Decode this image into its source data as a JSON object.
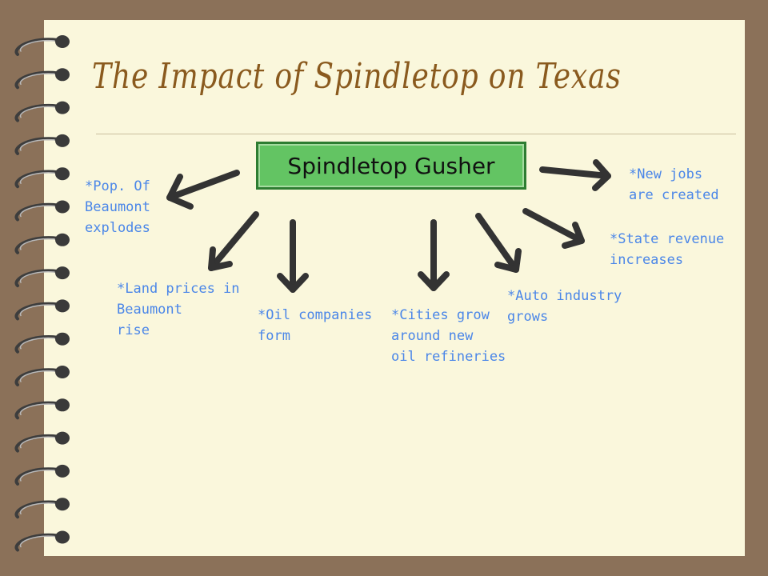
{
  "slide": {
    "title": "The Impact of Spindletop on Texas"
  },
  "center": {
    "label": "Spindletop Gusher",
    "fill_color": "#63c463",
    "border_color": "#2e7d32"
  },
  "effects": [
    {
      "id": "population",
      "text": "*Pop. Of\nBeaumont\nexplodes"
    },
    {
      "id": "land-prices",
      "text": "*Land prices in\nBeaumont\nrise"
    },
    {
      "id": "oil-companies",
      "text": "*Oil companies\nform"
    },
    {
      "id": "cities",
      "text": "*Cities grow\naround new\noil refineries"
    },
    {
      "id": "auto",
      "text": "*Auto industry\ngrows"
    },
    {
      "id": "revenue",
      "text": "*State revenue\nincreases"
    },
    {
      "id": "jobs",
      "text": "*New jobs\nare created"
    }
  ],
  "colors": {
    "effect_text": "#4a86e8",
    "title_text": "#8a5a1e",
    "arrow": "#333333",
    "paper": "#faf7dc",
    "background": "#8b7159"
  }
}
